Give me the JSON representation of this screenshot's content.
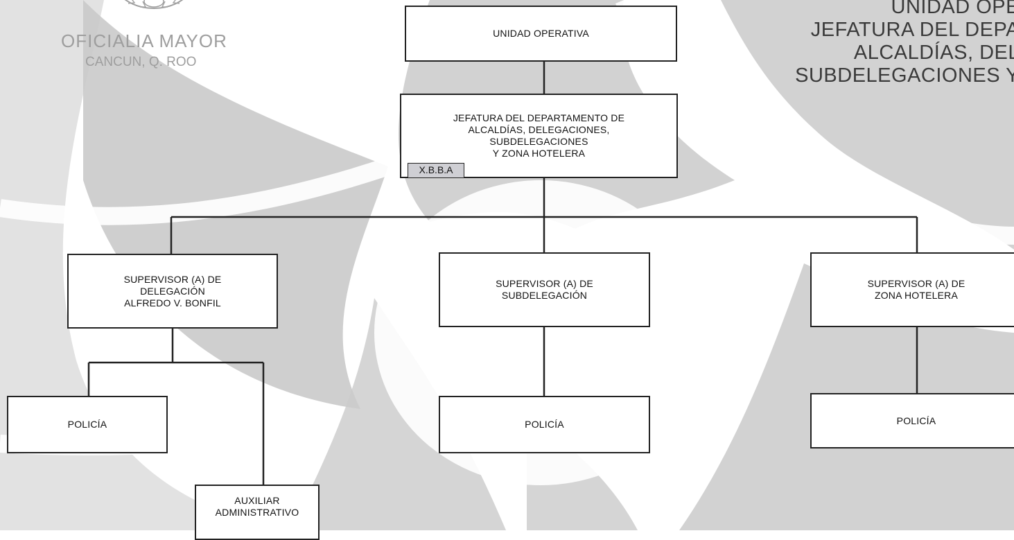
{
  "header": {
    "seal_text_1": "OFICIALIA MAYOR",
    "seal_text_2": "CANCUN, Q. ROO",
    "title_lines": [
      "UNIDAD OPE",
      "JEFATURA DEL DEPA",
      "ALCALDÍAS, DEL",
      "SUBDELEGACIONES Y"
    ]
  },
  "chart": {
    "unidad": "UNIDAD OPERATIVA",
    "jefatura": "JEFATURA DEL DEPARTAMENTO DE\nALCALDÍAS, DELEGACIONES,\nSUBDELEGACIONES\nY ZONA HOTELERA",
    "jefatura_badge": "X.B.B.A",
    "sup_delegacion": "SUPERVISOR (A) DE\nDELEGACIÓN\nALFREDO V. BONFIL",
    "sup_subdelegacion": "SUPERVISOR (A) DE\nSUBDELEGACIÓN",
    "sup_zona": "SUPERVISOR (A) DE\nZONA HOTELERA",
    "policia_1": "POLICÍA",
    "policia_2": "POLICÍA",
    "policia_3": "POLICÍA",
    "auxiliar": "AUXILIAR\nADMINISTRATIVO"
  },
  "colors": {
    "watermark": "#c9c9c9",
    "box_border": "#222222",
    "badge_fill": "#cfcfd4"
  }
}
